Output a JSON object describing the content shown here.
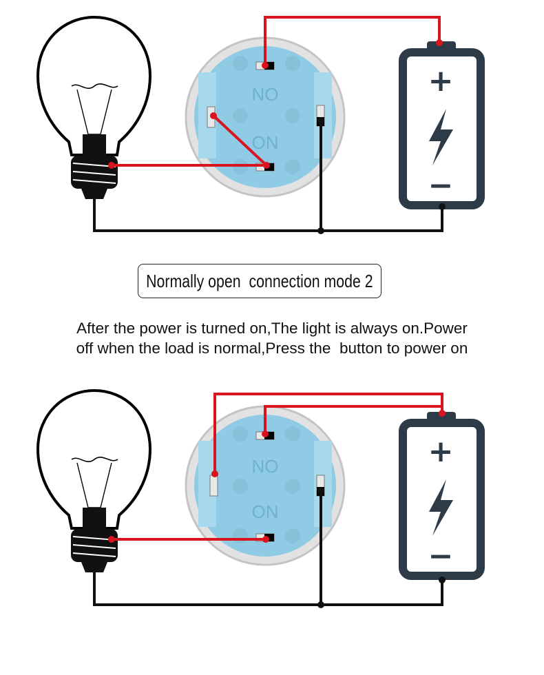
{
  "mode_label": "Normally open  connection mode 2",
  "description": {
    "line1": "After the power is turned on,The light is always on.Power",
    "line2": "off when the load is normal,Press the  button to power on"
  },
  "switch_labels": {
    "no": "NO",
    "on": "ON"
  },
  "battery_labels": {
    "plus": "+",
    "minus": "−"
  },
  "colors": {
    "wire_red": "#d9141e",
    "wire_black": "#111111",
    "switch_blue": "#8fcbe4",
    "switch_ring": "#d8d8d8",
    "battery": "#2d3a47",
    "bulb": "#000000"
  }
}
